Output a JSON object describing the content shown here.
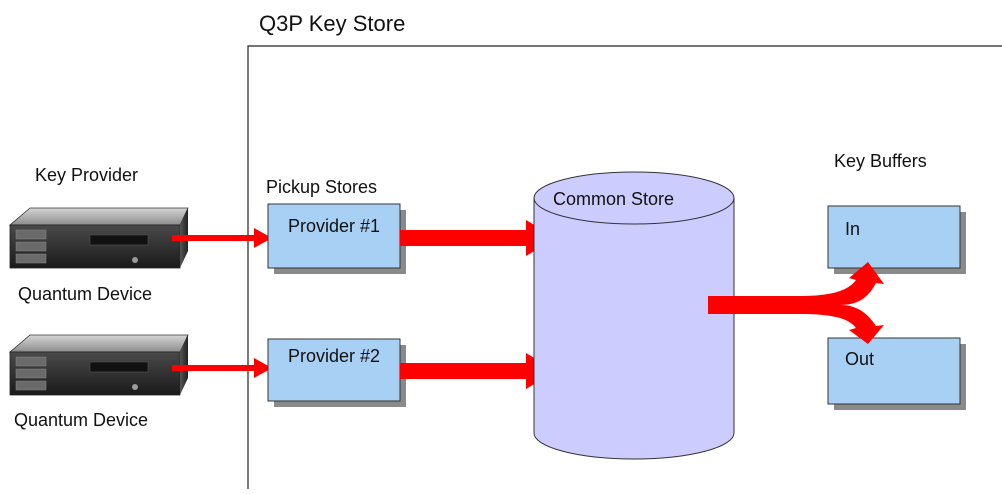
{
  "title": "Q3P Key Store",
  "key_provider_label": "Key Provider",
  "pickup_stores_label": "Pickup Stores",
  "key_buffers_label": "Key Buffers",
  "devices": [
    {
      "label": "Quantum Device"
    },
    {
      "label": "Quantum Device"
    }
  ],
  "providers": [
    {
      "label": "Provider #1"
    },
    {
      "label": "Provider #2"
    }
  ],
  "common_store_label": "Common Store",
  "buffers": {
    "in_label": "In",
    "out_label": "Out"
  },
  "colors": {
    "arrow": "#ff0000",
    "box_fill": "#a8d0f5",
    "cylinder_fill": "#ccccff",
    "shadow": "#8a8a8a"
  }
}
